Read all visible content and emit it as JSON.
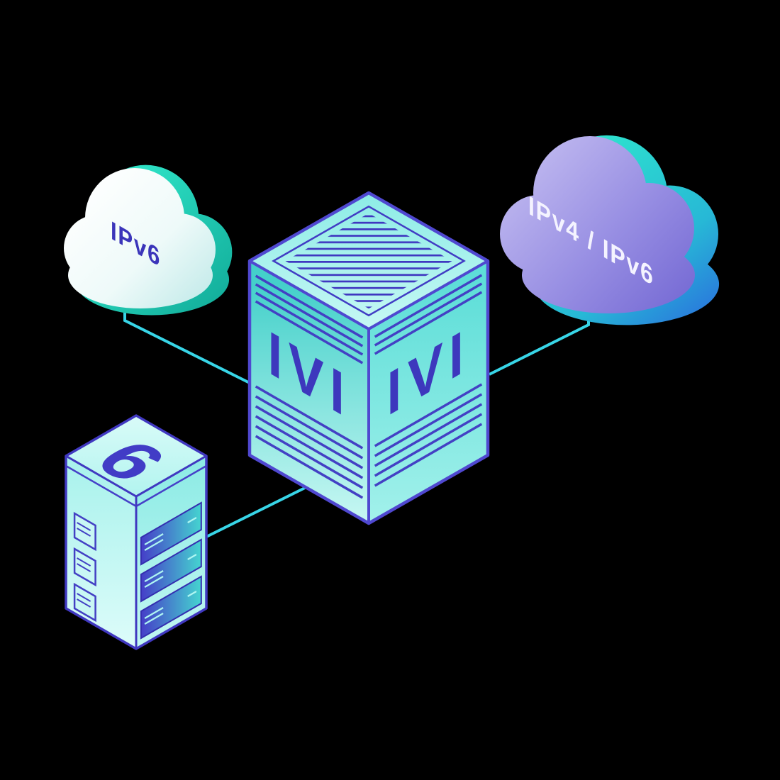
{
  "labels": {
    "left_cloud": "IPv6",
    "right_cloud": "IPv4 / IPv6",
    "cube_face_left": "IVI",
    "cube_face_right": "IVI",
    "server_top": "6"
  },
  "colors": {
    "background": "#000000",
    "link_cyan": "#38d5e7",
    "indigo_stroke": "#4640c8",
    "cube_teal_light": "#c9f8f3",
    "cube_teal_dark": "#44d0ca",
    "cloud_left_white": "#ffffff",
    "cloud_left_teal_back": "#30e6c9",
    "cloud_right_purple": "#8a80dd",
    "cloud_right_back_teal": "#2ee5cd",
    "cloud_right_back_blue": "#2b57e0",
    "server_cyan": "#a9f2ec",
    "drawer_indigo": "#453ec8"
  }
}
